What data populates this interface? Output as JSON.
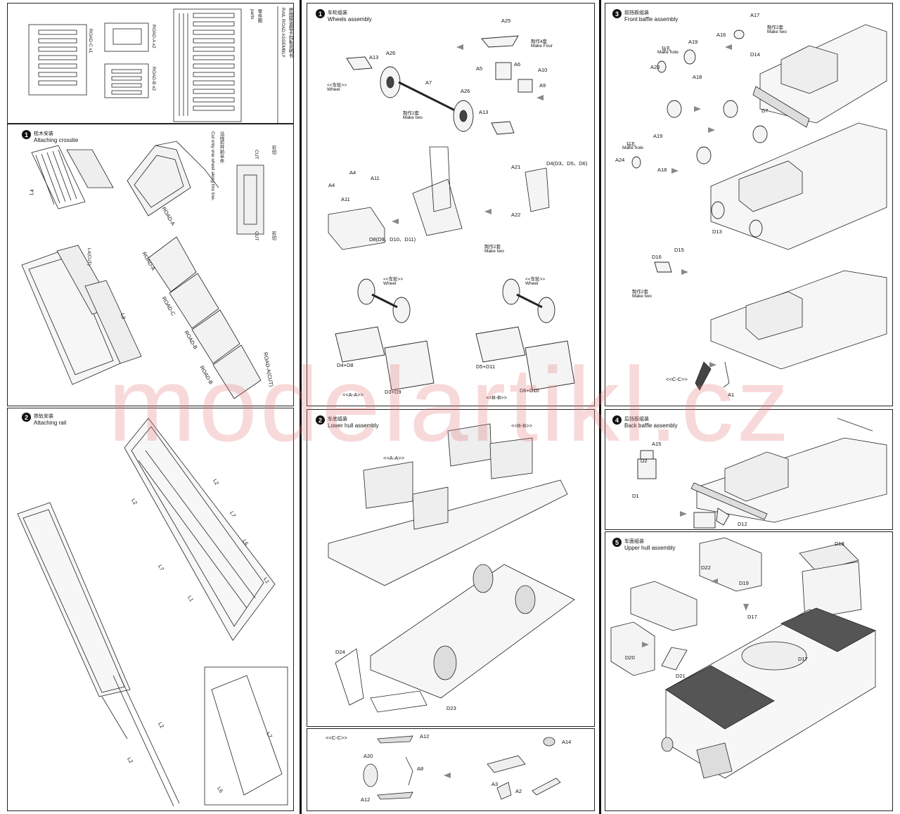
{
  "sheet": {
    "title_cn": "德国铁道载卡挡板说明书",
    "title_en": "RAIL ROAD ASSEMBLY",
    "parts_label": "零件图",
    "parts_en": "parts",
    "road_c_x1": "ROAD-C x1",
    "road_a_x2": "ROAD-A x2",
    "road_b_x2": "ROAD-B x2"
  },
  "step1a": {
    "num": "1",
    "cn": "枕木安装",
    "en": "Attaching crosstie",
    "labels": {
      "l4": "L4",
      "road_a": "ROAD-A",
      "cut_cn": "剪切",
      "cut": "CUT",
      "cut_cn2": "剪切",
      "cut2": "CUT",
      "note_cn": "沿线剪开前半件",
      "note_en": "Cut only one wheel along this line.",
      "l4cut": "L4(CUT)",
      "l3": "L3",
      "road_a2": "ROAD-A",
      "road_c": "ROAD-C",
      "road_b": "ROAD-B",
      "road_b2": "ROAD-B",
      "road_a_cut": "ROAD-A(CUT)"
    }
  },
  "step2a": {
    "num": "2",
    "cn": "铁轨安装",
    "en": "Attaching rail",
    "labels": {
      "l2a": "L2",
      "l2b": "L2",
      "l7a": "L7",
      "l6a": "L6",
      "l7b": "L7",
      "l1a": "L1",
      "l1b": "L1",
      "l2c": "L2",
      "l2d": "L2",
      "l7c": "L7",
      "l6b": "L6"
    }
  },
  "step1b": {
    "num": "1",
    "cn": "车轮组装",
    "en": "Wheels assembly",
    "labels": {
      "a25": "A25",
      "make4_cn": "制作4套",
      "make4": "Make Four",
      "a13a": "A13",
      "a26a": "A26",
      "a5": "A5",
      "a6": "A6",
      "a10": "A10",
      "a9": "A9",
      "wheel_cn": "<<车轮>>",
      "wheel": "Wheel",
      "a7": "A7",
      "a26b": "A26",
      "make2_cn": "制作2套",
      "make2": "Make two",
      "a13b": "A13",
      "a4a": "A4",
      "a4b": "A4",
      "a11a": "A11",
      "a11b": "A11",
      "d8": "D8(D9、D10、D11)",
      "a21": "A21",
      "d4": "D4(D3、D5、D6)",
      "a22": "A22",
      "make2b_cn": "制作2套",
      "make2b": "Make two",
      "wheel_cn2": "<<车轮>>",
      "wheel2": "Wheel",
      "wheel_cn3": "<<车轮>>",
      "wheel3": "Wheel",
      "d4d8": "D4+D8",
      "d3d9": "D3+D9",
      "aa": "<<A-A>>",
      "d5d11": "D5+D11",
      "d6d10": "D6+D10",
      "bb": "<<B-B>>"
    }
  },
  "step2b": {
    "num": "2",
    "cn": "车底组装",
    "en": "Lower hull assembly",
    "labels": {
      "aa": "<<A-A>>",
      "bb": "<<B-B>>",
      "d24": "D24",
      "d23": "D23"
    }
  },
  "cc_detail": {
    "title": "<<C-C>>",
    "labels": {
      "a12a": "A12",
      "a20": "A20",
      "a8": "A8",
      "a12b": "A12",
      "a14": "A14",
      "a3": "A3",
      "a2": "A2"
    }
  },
  "step3": {
    "num": "3",
    "cn": "前挡板组装",
    "en": "Front baffle assembly",
    "labels": {
      "a17": "A17",
      "a16": "A16",
      "make2_cn": "制作2套",
      "make2": "Make two",
      "d14": "D14",
      "drill_cn": "钻孔",
      "make_hole": "Make hole",
      "a19a": "A19",
      "a23": "A23",
      "a18a": "A18",
      "d7": "D7",
      "drill_cn2": "钻孔",
      "make_hole2": "Make hole",
      "a19b": "A19",
      "a24": "A24",
      "a18b": "A18",
      "d13": "D13",
      "d16": "D16",
      "d15": "D15",
      "make2b_cn": "制作2套",
      "make2b": "Make two",
      "cc": "<<C-C>>",
      "a1": "A1"
    }
  },
  "step4": {
    "num": "4",
    "cn": "后挡板组装",
    "en": "Back baffle assembly",
    "labels": {
      "a15": "A15",
      "d2": "D2",
      "d1": "D1",
      "d12": "D12"
    }
  },
  "step5": {
    "num": "5",
    "cn": "车面组装",
    "en": "Upper hull assembly",
    "labels": {
      "d18": "D18",
      "d22": "D22",
      "d19": "D19",
      "d17a": "D17",
      "d17b": "D17",
      "d20": "D20",
      "d21": "D21"
    }
  },
  "watermark": "modelartikl.cz"
}
